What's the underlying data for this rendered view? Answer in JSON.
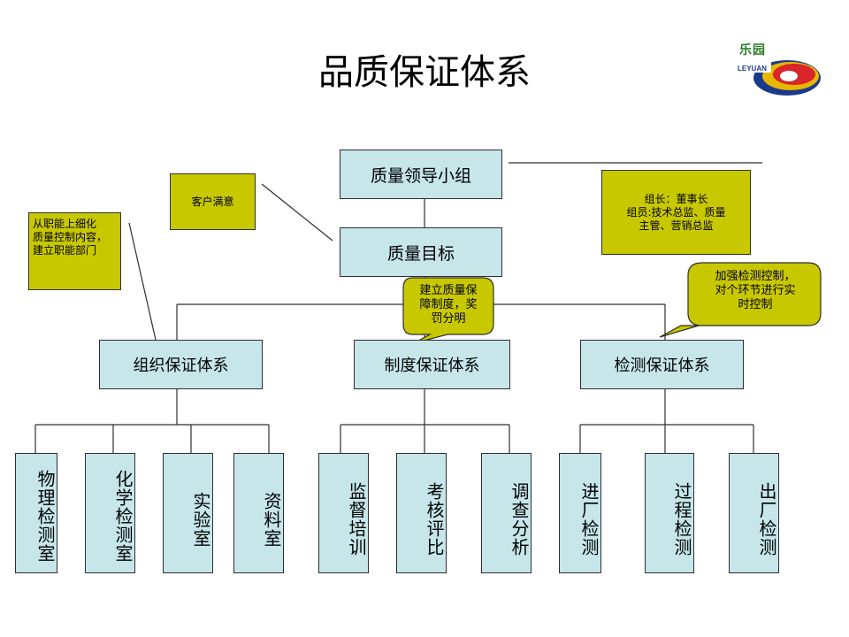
{
  "title": "品质保证体系",
  "logo": {
    "cn": "乐园",
    "en": "LEYUAN"
  },
  "top": {
    "leadership": "质量领导小组",
    "goal": "质量目标"
  },
  "systems": {
    "org": "组织保证体系",
    "rules": "制度保证体系",
    "inspect": "检测保证体系"
  },
  "org_leaves": [
    "物理检测室",
    "化学检测室",
    "实验室",
    "资料室"
  ],
  "rules_leaves": [
    "监督培训",
    "考核评比",
    "调查分析"
  ],
  "inspect_leaves": [
    "进厂检测",
    "过程检测",
    "出厂检测"
  ],
  "notes": {
    "customer": "客户满意",
    "functions": "从职能上细化\n质量控制内容，\n建立职能部门",
    "leader": "组长：董事长\n组员:技术总监、质量\n主管、营销总监"
  },
  "bubbles": {
    "rules": "建立质量保\n障制度，奖\n罚分明",
    "inspect": "加强检测控制，\n对个环节进行实\n时控制"
  },
  "colors": {
    "box_fill": "#c6e6ea",
    "note_fill": "#c8c800",
    "line": "#2e2e2e"
  }
}
